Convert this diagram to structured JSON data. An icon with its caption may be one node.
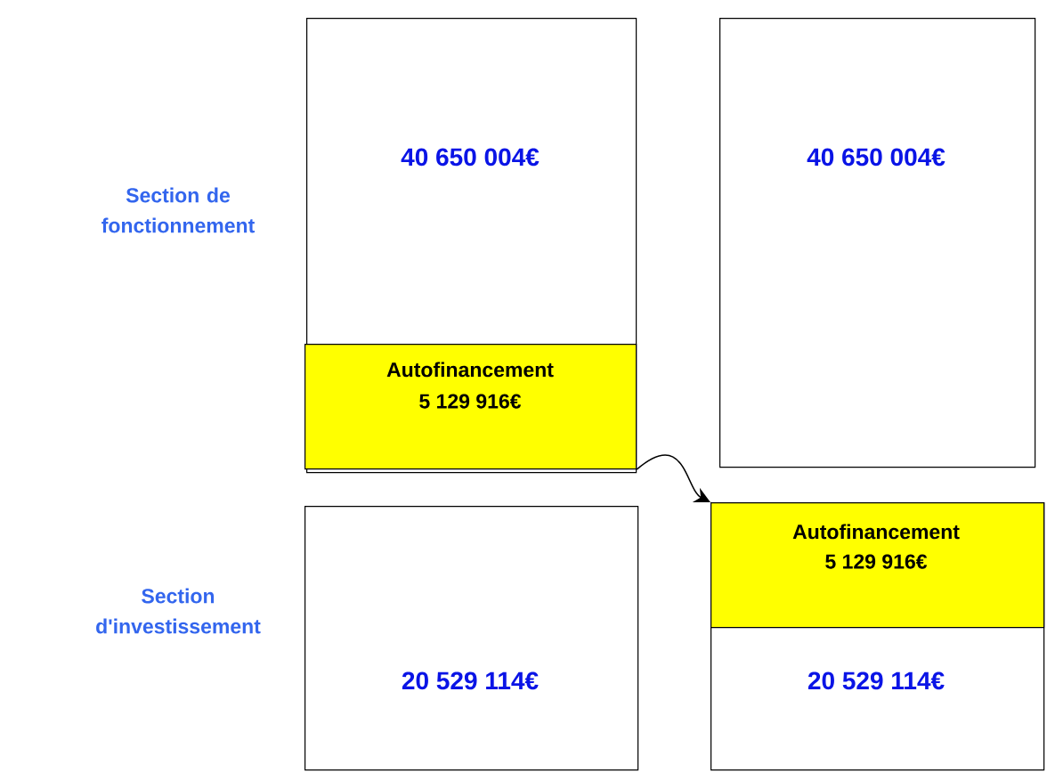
{
  "diagram": {
    "nodes": [
      {
        "text": [
          "40 650 004€"
        ]
      },
      {
        "text": [
          "Autofinancement",
          "5 129 916€"
        ],
        "in": 0
      },
      {
        "text": [
          "20 529 114€"
        ]
      },
      {
        "text": [
          "40 650 004€"
        ]
      },
      {
        "text": [
          "20 529 114€"
        ]
      },
      {
        "text": [
          "Autofinancement",
          "5 129 916€"
        ],
        "in": 4
      }
    ],
    "edges": [
      {
        "from": 1,
        "to": 5,
        "arrow": "to"
      }
    ],
    "labels": [
      "Section de fonctionnement",
      "Section d'investissement"
    ]
  }
}
